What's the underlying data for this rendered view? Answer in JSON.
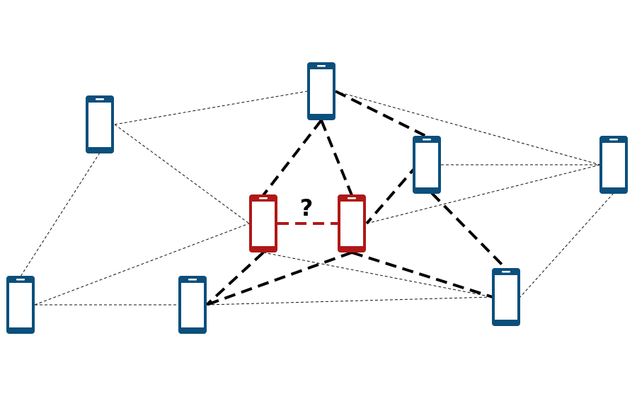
{
  "colors": {
    "device": "#0b4f7c",
    "highlight": "#b01818",
    "edge": "#000000"
  },
  "nodes": [
    {
      "id": "n1",
      "icon": "smartphone-icon",
      "highlight": false
    },
    {
      "id": "n2",
      "icon": "smartphone-icon",
      "highlight": false
    },
    {
      "id": "n3",
      "icon": "smartphone-icon",
      "highlight": false
    },
    {
      "id": "n4",
      "icon": "smartphone-icon",
      "highlight": false
    },
    {
      "id": "n5",
      "icon": "smartphone-icon",
      "highlight": true
    },
    {
      "id": "n6",
      "icon": "smartphone-icon",
      "highlight": true
    },
    {
      "id": "n7",
      "icon": "smartphone-icon",
      "highlight": false
    },
    {
      "id": "n8",
      "icon": "smartphone-icon",
      "highlight": false
    },
    {
      "id": "n9",
      "icon": "smartphone-icon",
      "highlight": false
    },
    {
      "id": "n10",
      "icon": "smartphone-icon",
      "highlight": false
    }
  ],
  "edges": [
    {
      "from": "n1",
      "to": "n2",
      "style": "thin"
    },
    {
      "from": "n1",
      "to": "n5",
      "style": "thin"
    },
    {
      "from": "n1",
      "to": "n8",
      "style": "thin"
    },
    {
      "from": "n2",
      "to": "n4",
      "style": "thin"
    },
    {
      "from": "n3",
      "to": "n4",
      "style": "thin"
    },
    {
      "from": "n4",
      "to": "n6",
      "style": "thin"
    },
    {
      "from": "n4",
      "to": "n10",
      "style": "thin"
    },
    {
      "from": "n8",
      "to": "n5",
      "style": "thin"
    },
    {
      "from": "n8",
      "to": "n9",
      "style": "thin"
    },
    {
      "from": "n9",
      "to": "n10",
      "style": "thin"
    },
    {
      "from": "n5",
      "to": "n10",
      "style": "thin"
    },
    {
      "from": "n2",
      "to": "n3",
      "style": "thick"
    },
    {
      "from": "n2",
      "to": "n5",
      "style": "thick"
    },
    {
      "from": "n2",
      "to": "n6",
      "style": "thick"
    },
    {
      "from": "n3",
      "to": "n6",
      "style": "thick"
    },
    {
      "from": "n3",
      "to": "n10",
      "style": "thick"
    },
    {
      "from": "n5",
      "to": "n9",
      "style": "thick"
    },
    {
      "from": "n6",
      "to": "n9",
      "style": "thick"
    },
    {
      "from": "n6",
      "to": "n10",
      "style": "thick"
    }
  ],
  "query_edge": {
    "from": "n5",
    "to": "n6",
    "label": "?"
  }
}
